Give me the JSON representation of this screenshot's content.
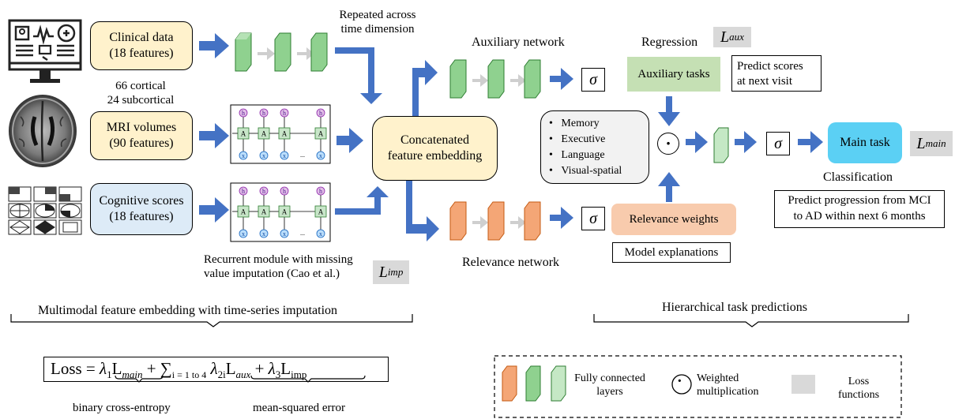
{
  "inputs": {
    "clinical": {
      "line1": "Clinical data",
      "line2": "(18 features)"
    },
    "mri": {
      "line1": "MRI volumes",
      "line2": "(90 features)"
    },
    "cognitive": {
      "line1": "Cognitive scores",
      "line2": "(18 features)"
    }
  },
  "notes": {
    "repeated_line1": "Repeated across",
    "repeated_line2": "time dimension",
    "cortical_line1": "66 cortical",
    "cortical_line2": "24 subcortical",
    "recurrent_line1": "Recurrent module with missing",
    "recurrent_line2": "value imputation (Cao et al.)"
  },
  "concat": {
    "line1": "Concatenated",
    "line2": "feature embedding"
  },
  "networks": {
    "auxiliary": "Auxiliary network",
    "relevance": "Relevance network"
  },
  "regression": "Regression",
  "classification": "Classification",
  "tasks": {
    "auxiliary": "Auxiliary tasks",
    "relevance": "Relevance weights",
    "main": "Main task"
  },
  "predict_scores": {
    "line1": "Predict scores",
    "line2": "at next visit"
  },
  "model_explanations": "Model explanations",
  "predict_progression": {
    "line1": "Predict progression from MCI",
    "line2": "to AD within next 6 months"
  },
  "domains": [
    "Memory",
    "Executive",
    "Language",
    "Visual-spatial"
  ],
  "sigma": "σ",
  "dot": "·",
  "losses": {
    "aux": {
      "base": "L",
      "sub": "aux"
    },
    "imp": {
      "base": "L",
      "sub": "imp"
    },
    "main": {
      "base": "L",
      "sub": "main"
    }
  },
  "brackets": {
    "left": "Multimodal feature embedding with time-series imputation",
    "right": "Hierarchical task predictions"
  },
  "formula": {
    "loss": "Loss =",
    "lambda1": "λ",
    "l1_sub": "1",
    "L": "L",
    "main": "main",
    "plus1": "+",
    "sum": "∑",
    "sum_sub": "i = 1 to 4",
    "lambda2": "λ",
    "l2_sub": "2i",
    "aux": "aux",
    "plus2": "+",
    "lambda3": "λ",
    "l3_sub": "3",
    "imp": "imp",
    "label_bce": "binary cross-entropy",
    "label_mse": "mean-squared error"
  },
  "legend": {
    "fc_line1": "Fully connected",
    "fc_line2": "layers",
    "wm_line1": "Weighted",
    "wm_line2": "multiplication",
    "lf_line1": "Loss",
    "lf_line2": "functions"
  },
  "rnn_cell_letters": {
    "h": "h",
    "a": "A",
    "x": "x",
    "dots": "..."
  },
  "colors": {
    "clinical_fill": "#fff2cc",
    "mri_fill": "#fff2cc",
    "cognitive_fill": "#ddebf7",
    "concat_fill": "#fff2cc",
    "aux_task_fill": "#c5e0b4",
    "relevance_fill": "#f8cbad",
    "main_task_fill": "#5bd0f4",
    "arrow_blue": "#4472c4",
    "green_layer": "#8fd18f",
    "orange_layer": "#f4a676",
    "loss_gray": "#d9d9d9"
  }
}
